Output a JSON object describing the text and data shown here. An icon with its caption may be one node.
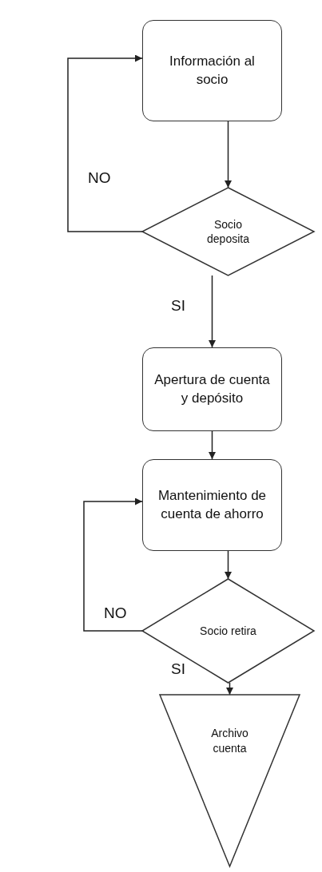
{
  "diagram": {
    "nodes": [
      {
        "text": [
          "Información al socio"
        ]
      },
      {
        "text": [
          "Socio deposita"
        ]
      },
      {
        "text": [
          "Apertura de cuenta y depósito"
        ]
      },
      {
        "text": [
          "Mantenimiento de cuenta de ahorro"
        ]
      },
      {
        "text": [
          "Socio retira"
        ]
      },
      {
        "text": [
          "Archivo cuenta"
        ]
      }
    ],
    "edges": [
      {
        "from": 0,
        "to": 1,
        "arrow": "to"
      },
      {
        "from": 1,
        "to": 0,
        "arrow": "to",
        "label": "NO"
      },
      {
        "from": 1,
        "to": 2,
        "arrow": "to",
        "label": "SI"
      },
      {
        "from": 2,
        "to": 3,
        "arrow": "to"
      },
      {
        "from": 3,
        "to": 4,
        "arrow": "to"
      },
      {
        "from": 4,
        "to": 3,
        "arrow": "to",
        "label": "NO"
      },
      {
        "from": 4,
        "to": 5,
        "arrow": "to",
        "label": "SI"
      }
    ]
  }
}
